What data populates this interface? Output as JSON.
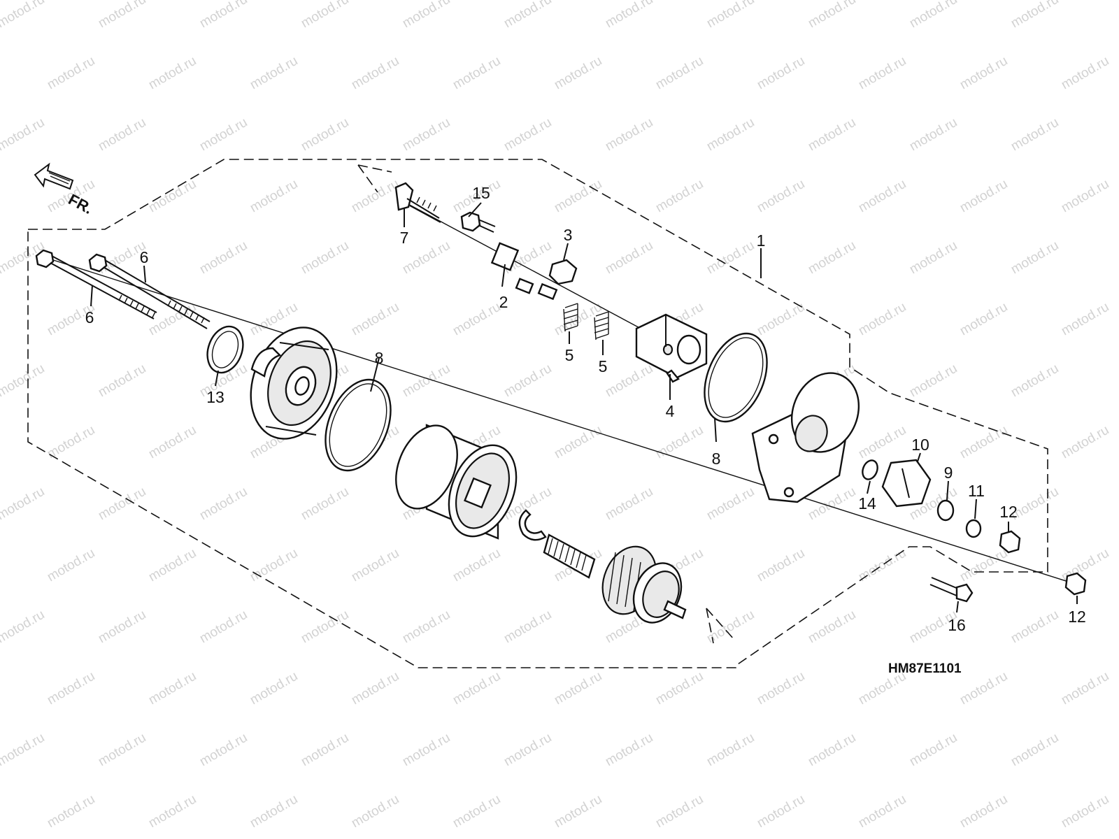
{
  "watermark": {
    "text": "motod.ru"
  },
  "orientation": {
    "arrow_label": "FR."
  },
  "diagram_code": "HM87E1101",
  "callouts": [
    {
      "id": "c1",
      "text": "1"
    },
    {
      "id": "c2",
      "text": "2"
    },
    {
      "id": "c3",
      "text": "3"
    },
    {
      "id": "c4",
      "text": "4"
    },
    {
      "id": "c5a",
      "text": "5"
    },
    {
      "id": "c5b",
      "text": "5"
    },
    {
      "id": "c6a",
      "text": "6"
    },
    {
      "id": "c6b",
      "text": "6"
    },
    {
      "id": "c7",
      "text": "7"
    },
    {
      "id": "c8a",
      "text": "8"
    },
    {
      "id": "c8b",
      "text": "8"
    },
    {
      "id": "c9",
      "text": "9"
    },
    {
      "id": "c10",
      "text": "10"
    },
    {
      "id": "c11",
      "text": "11"
    },
    {
      "id": "c12a",
      "text": "12"
    },
    {
      "id": "c12b",
      "text": "12"
    },
    {
      "id": "c13",
      "text": "13"
    },
    {
      "id": "c14",
      "text": "14"
    },
    {
      "id": "c15",
      "text": "15"
    },
    {
      "id": "c16",
      "text": "16"
    }
  ]
}
